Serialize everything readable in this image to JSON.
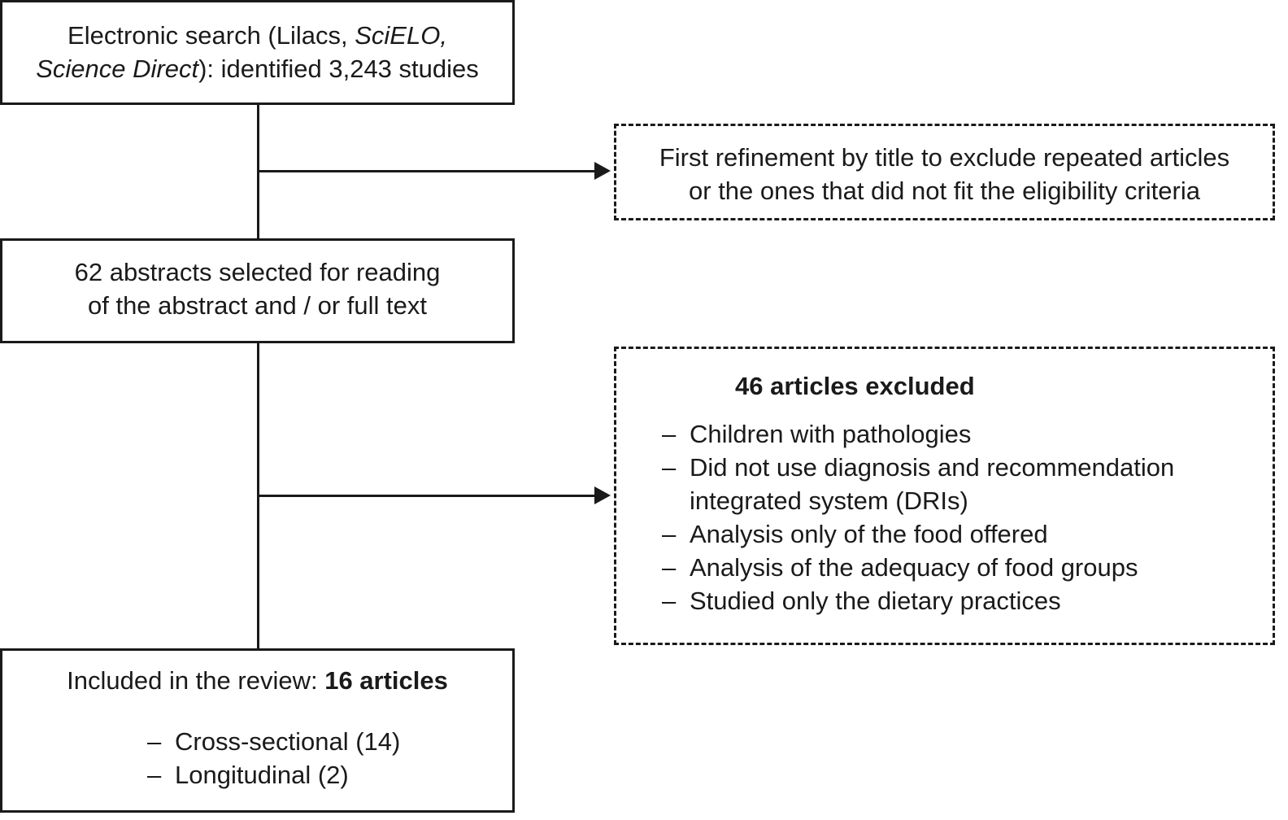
{
  "boxes": {
    "search": {
      "line1_prefix": "Electronic search (Lilacs, ",
      "line1_italic": "SciELO,",
      "line2_italic": "Science Direct",
      "line2_suffix": "): identified 3,243 studies"
    },
    "refinement": {
      "line1": "First refinement by title to exclude repeated articles",
      "line2": "or the ones that did not fit the eligibility criteria"
    },
    "abstracts": {
      "line1": "62 abstracts selected for reading",
      "line2": "of the abstract and / or full text"
    },
    "excluded": {
      "title": "46 articles excluded",
      "dash": "–",
      "items": [
        "Children with pathologies",
        "Did not use diagnosis and recommendation integrated system (DRIs)",
        "Analysis only of the food offered",
        "Analysis of the adequacy of food groups",
        "Studied only the dietary practices"
      ]
    },
    "included": {
      "prefix": "Included in the review: ",
      "count_label": "16 articles",
      "dash": "–",
      "items": [
        "Cross-sectional (14)",
        "Longitudinal (2)"
      ]
    }
  }
}
